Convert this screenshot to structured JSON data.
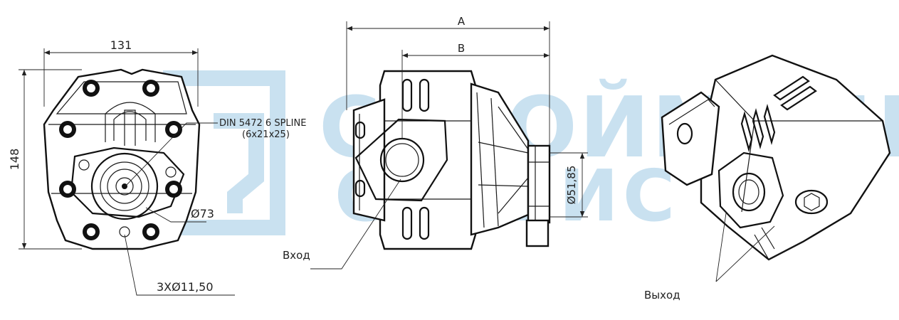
{
  "watermark": {
    "line1": "СТРОЙМАШ",
    "line2": "СЕРВИС",
    "color": "#c9e1f0"
  },
  "front_view": {
    "width_dim": "131",
    "height_dim": "148",
    "spline_line1": "DIN 5472 6 SPLINE",
    "spline_line2": "(6x21x25)",
    "flange_diameter": "Ø73",
    "bolt_holes": "3XØ11,50"
  },
  "side_view": {
    "dim_a": "A",
    "dim_b": "B",
    "port_diameter": "Ø51,85",
    "inlet_label": "Вход"
  },
  "iso_view": {
    "outlet_label": "Выход"
  }
}
